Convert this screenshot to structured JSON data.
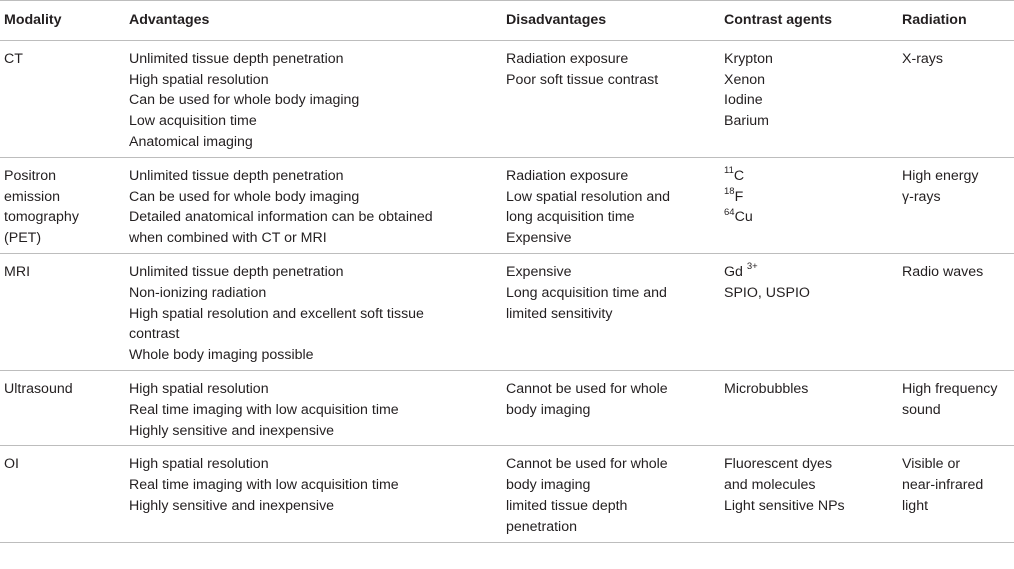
{
  "headers": [
    "Modality",
    "Advantages",
    "Disadvantages",
    "Contrast agents",
    "Radiation"
  ],
  "rows": [
    {
      "modality": [
        "CT"
      ],
      "advantages": [
        "Unlimited tissue depth penetration",
        "High spatial resolution",
        "Can be used for whole body imaging",
        "Low acquisition time",
        "Anatomical imaging"
      ],
      "disadvantages": [
        "Radiation exposure",
        "Poor soft tissue contrast"
      ],
      "contrast_agents": [
        {
          "text": "Krypton"
        },
        {
          "text": "Xenon"
        },
        {
          "text": "Iodine"
        },
        {
          "text": "Barium"
        }
      ],
      "radiation": [
        "X-rays"
      ]
    },
    {
      "modality": [
        "Positron",
        "emission",
        "tomography",
        "(PET)"
      ],
      "advantages": [
        "Unlimited tissue depth penetration",
        "Can be used for whole body imaging",
        "Detailed anatomical information can be obtained",
        "when combined with CT or MRI"
      ],
      "disadvantages": [
        "Radiation exposure",
        "Low spatial resolution and",
        "long acquisition time",
        "Expensive"
      ],
      "contrast_agents": [
        {
          "sup_pre": "11",
          "text": "C"
        },
        {
          "sup_pre": "18",
          "text": "F"
        },
        {
          "sup_pre": "64",
          "text": "Cu"
        }
      ],
      "radiation": [
        "High energy",
        "γ-rays"
      ]
    },
    {
      "modality": [
        "MRI"
      ],
      "advantages": [
        "Unlimited tissue depth penetration",
        "Non-ionizing radiation",
        "High spatial resolution and excellent soft tissue",
        "contrast",
        "Whole body imaging possible"
      ],
      "disadvantages": [
        "Expensive",
        "Long acquisition time and",
        "limited sensitivity"
      ],
      "contrast_agents": [
        {
          "text": "Gd ",
          "sup_post": "3+"
        },
        {
          "text": "SPIO, USPIO"
        }
      ],
      "radiation": [
        "Radio waves"
      ]
    },
    {
      "modality": [
        "Ultrasound"
      ],
      "advantages": [
        "High spatial resolution",
        "Real time imaging with low acquisition time",
        "Highly sensitive and inexpensive"
      ],
      "disadvantages": [
        "Cannot be used for whole",
        "body imaging"
      ],
      "contrast_agents": [
        {
          "text": "Microbubbles"
        }
      ],
      "radiation": [
        "High frequency",
        "sound"
      ]
    },
    {
      "modality": [
        "OI"
      ],
      "advantages": [
        "High spatial resolution",
        "Real time imaging with low acquisition time",
        "Highly sensitive and inexpensive"
      ],
      "disadvantages": [
        "Cannot be used for whole",
        "body imaging",
        "limited tissue depth",
        "penetration"
      ],
      "contrast_agents": [
        {
          "text": "Fluorescent dyes"
        },
        {
          "text": "and molecules"
        },
        {
          "text": "Light sensitive NPs"
        }
      ],
      "radiation": [
        "Visible or",
        "near-infrared",
        "light"
      ]
    }
  ]
}
